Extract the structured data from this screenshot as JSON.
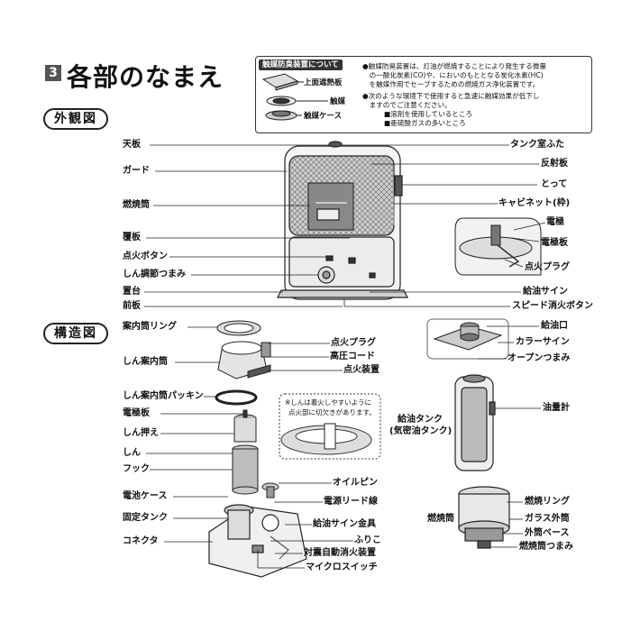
{
  "section": {
    "number": "3",
    "title": "各部のなまえ"
  },
  "exterior_tab": "外観図",
  "structure_tab": "構造図",
  "catalyst_note": {
    "heading": "触媒防臭装置について",
    "parts": [
      "上面遮熱板",
      "触媒",
      "触媒ケース"
    ],
    "text1": "●触媒防臭装置は、灯油が燃焼することにより発生する微量",
    "text2": "　の一酸化炭素(CO)や、においのもととなる炭化水素(HC)",
    "text3": "　を触媒作用でセーブするための燃焼ガス浄化装置です。",
    "text4": "●次のような環境下で使用すると急速に触媒効果が低下し",
    "text5": "　ますのでご注意ください。",
    "text6": "■溶剤を使用しているところ",
    "text7": "■亜硫酸ガスの多いところ"
  },
  "exterior_labels_left": [
    "天板",
    "ガード",
    "燃焼筒",
    "覆板",
    "点火ボタン",
    "しん調節つまみ",
    "置台",
    "前板"
  ],
  "exterior_labels_right": [
    "タンク室ふた",
    "反射板",
    "とって",
    "キャビネット(枠)",
    "電極",
    "電極板",
    "点火プラグ",
    "給油サイン",
    "スピード消火ボタン"
  ],
  "structure_labels_left": [
    "案内筒リング",
    "しん案内筒",
    "しん案内筒パッキン",
    "電極板",
    "しん押え",
    "しん",
    "フック",
    "電池ケース",
    "固定タンク",
    "コネクタ"
  ],
  "structure_labels_mid": [
    "点火プラグ",
    "高圧コード",
    "点火装置",
    "オイルピン",
    "電源リード線",
    "給油サイン金具",
    "ふりこ",
    "対震自動消火装置",
    "マイクロスイッチ"
  ],
  "wick_note": {
    "line1": "※しんは着火しやすいように",
    "line2": "点火部に切欠きがあります。"
  },
  "tank_labels": [
    "給油口",
    "カラーサイン",
    "オープンつまみ",
    "油量計"
  ],
  "tank_name": {
    "line1": "給油タンク",
    "line2": "(気密油タンク)"
  },
  "burner_name": "燃焼筒",
  "burner_labels": [
    "燃焼リング",
    "ガラス外筒",
    "外筒ベース",
    "燃焼筒つまみ"
  ],
  "colors": {
    "ink": "#222222",
    "badge": "#555555",
    "panel": "#e6e6e6",
    "mesh": "#9a9a9a"
  }
}
